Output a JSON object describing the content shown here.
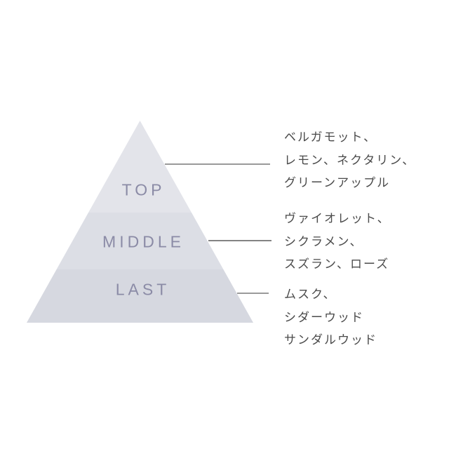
{
  "diagram": {
    "background_color": "#ffffff",
    "label_color": "#8b8ba6",
    "notes_text_color": "#4b4b4b",
    "sections": [
      {
        "label": "TOP",
        "fill_color": "#e3e4ea",
        "notes_line1": "ベルガモット、",
        "notes_line2": "レモン、ネクタリン、",
        "notes_line3": "グリーンアップル"
      },
      {
        "label": "MIDDLE",
        "fill_color": "#dcdee5",
        "notes_line1": "ヴァイオレット、",
        "notes_line2": "シクラメン、",
        "notes_line3": "スズラン、ローズ"
      },
      {
        "label": "LAST",
        "fill_color": "#d6d8e0",
        "notes_line1": "ムスク、",
        "notes_line2": "シダーウッド",
        "notes_line3": "サンダルウッド"
      }
    ],
    "connectors": [
      {
        "color": "#9a9a9a"
      },
      {
        "color": "#5a5a5a"
      },
      {
        "color": "#9a9a9a"
      }
    ]
  }
}
